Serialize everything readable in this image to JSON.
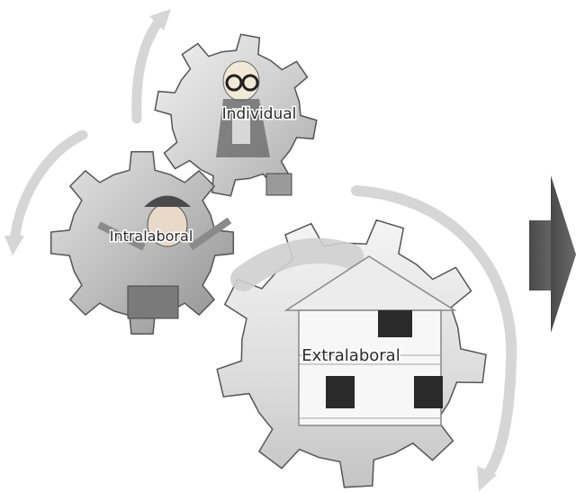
{
  "gears": [
    {
      "id": "individual",
      "label": "Individual"
    },
    {
      "id": "intralaboral",
      "label": "Intralaboral"
    },
    {
      "id": "extralaboral",
      "label": "Extralaboral"
    }
  ]
}
